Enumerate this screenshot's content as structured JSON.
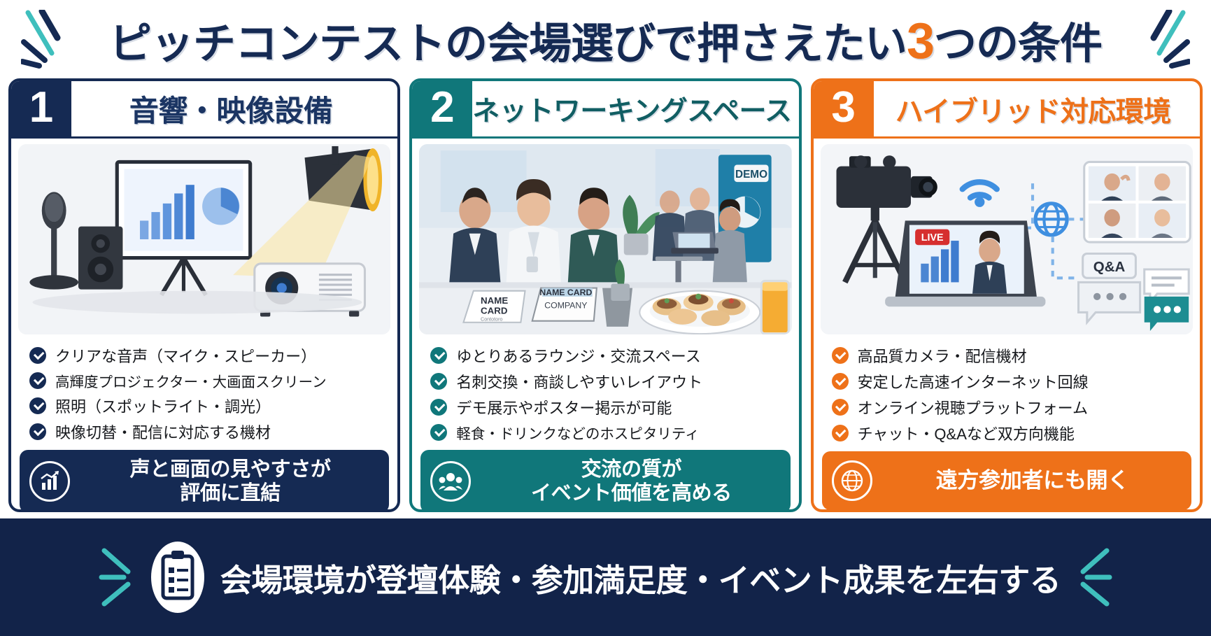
{
  "colors": {
    "navy": "#152a53",
    "footer_navy": "#122349",
    "teal": "#10777a",
    "orange": "#ee7119",
    "accent_cyan": "#3fbfbd",
    "text": "#16181c",
    "panel_bg": "#f1f3f6"
  },
  "header": {
    "title_pre": "ピッチコンテストの会場選びで押さえたい",
    "title_accent": "3",
    "title_post": "つの条件",
    "spark_left_icon": "sparkle-lines-icon",
    "spark_right_icon": "sparkle-lines-icon"
  },
  "cards": [
    {
      "number": "1",
      "title": "音響・映像設備",
      "illustration_name": "av-equipment-illustration",
      "illustration_items": [
        "microphone",
        "speaker",
        "projection-screen-with-bar-chart-and-pie-chart",
        "spotlight",
        "projector"
      ],
      "bullets": [
        "クリアな音声（マイク・スピーカー）",
        "高輝度プロジェクター・大画面スクリーン",
        "照明（スポットライト・調光）",
        "映像切替・配信に対応する機材"
      ],
      "banner_icon": "chart-growth-icon",
      "banner_line1": "声と画面の見やすさが",
      "banner_line2": "評価に直結"
    },
    {
      "number": "2",
      "title": "ネットワーキングスペース",
      "illustration_name": "networking-lounge-illustration",
      "illustration_items": [
        "business-people-talking",
        "demo-booth-banner",
        "name-card-stands",
        "plant",
        "canape-plate",
        "juice-glass"
      ],
      "illustration_labels": [
        "DEMO",
        "NAME CARD",
        "NAME CARD",
        "COMPANY"
      ],
      "bullets": [
        "ゆとりあるラウンジ・交流スペース",
        "名刺交換・商談しやすいレイアウト",
        "デモ展示やポスター掲示が可能",
        "軽食・ドリンクなどのホスピタリティ"
      ],
      "banner_icon": "people-group-icon",
      "banner_line1": "交流の質が",
      "banner_line2": "イベント価値を高める"
    },
    {
      "number": "3",
      "title": "ハイブリッド対応環境",
      "illustration_name": "hybrid-streaming-illustration",
      "illustration_items": [
        "video-camera-on-tripod",
        "laptop-with-live-stream",
        "wifi-icon",
        "globe-icon",
        "participant-grid",
        "chat-bubbles"
      ],
      "illustration_labels": [
        "LIVE",
        "Q&A"
      ],
      "bullets": [
        "高品質カメラ・配信機材",
        "安定した高速インターネット回線",
        "オンライン視聴プラットフォーム",
        "チャット・Q&Aなど双方向機能"
      ],
      "banner_icon": "globe-icon",
      "banner_line1": "遠方参加者にも開く",
      "banner_line2": ""
    }
  ],
  "footer": {
    "icon": "clipboard-checklist-icon",
    "text": "会場環境が登壇体験・参加満足度・イベント成果を左右する",
    "spark_left_icon": "sparkle-lines-icon",
    "spark_right_icon": "sparkle-lines-icon"
  }
}
